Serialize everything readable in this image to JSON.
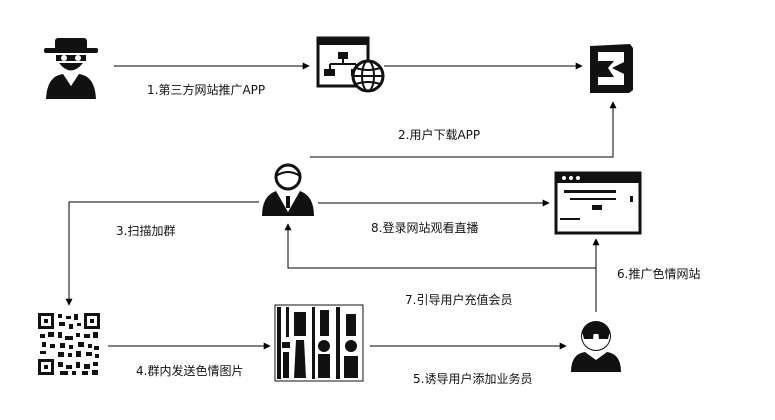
{
  "steps": {
    "s1": "1.第三方网站推广APP",
    "s2": "2.用户下载APP",
    "s3": "3.扫描加群",
    "s4": "4.群内发送色情图片",
    "s5": "5.诱导用户添加业务员",
    "s6": "6.推广色情网站",
    "s7": "7.引导用户充值会员",
    "s8": "8.登录网站观看直播"
  },
  "nodes": {
    "third_party_promoter": "hat-spy-icon",
    "promotion_website": "website-globe-icon",
    "app": "app-logo-icon",
    "user": "user-icon",
    "streaming_website": "browser-window-icon",
    "group_qr": "qr-code-icon",
    "porn_images": "photo-collage-icon",
    "salesperson": "sunglasses-person-icon"
  },
  "colors": {
    "line": "#000000",
    "arrow_fill": "#000000"
  }
}
